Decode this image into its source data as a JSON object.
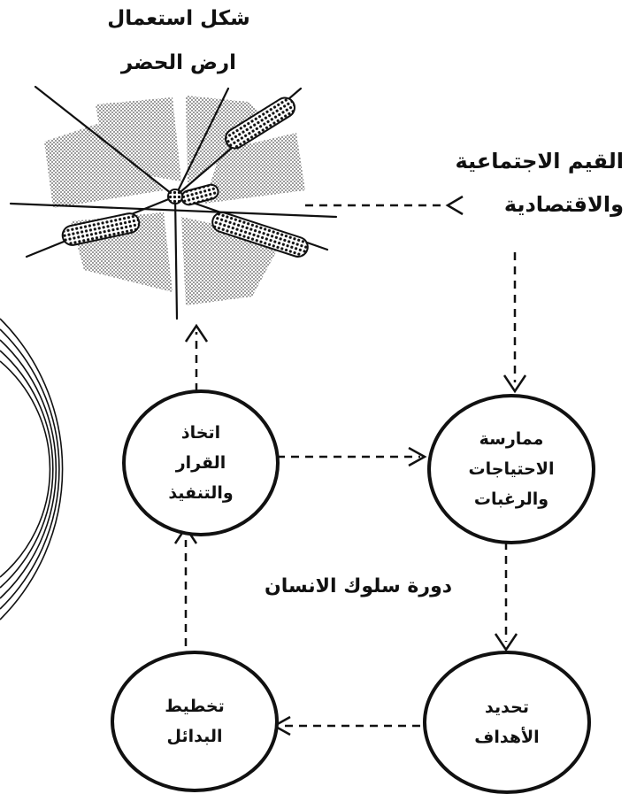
{
  "land_use": {
    "title_line1": "شكل استعمال",
    "title_line2": "ارض الحضر"
  },
  "values": {
    "line1": "القيم الاجتماعية",
    "line2": "والاقتصادية"
  },
  "cycle_label": "دورة سلوك الانسان",
  "nodes": {
    "practice": [
      "ممارسة",
      "الاحتياجات",
      "والرغبات"
    ],
    "decision": [
      "اتخاذ",
      "القرار",
      "والتنفيذ"
    ],
    "goals": [
      "تحديد",
      "الأهداف"
    ],
    "planning": [
      "تخطيط",
      "البدائل"
    ]
  },
  "colors": {
    "ink": "#111111",
    "stipple": "#9a9a9a",
    "background": "#ffffff"
  }
}
